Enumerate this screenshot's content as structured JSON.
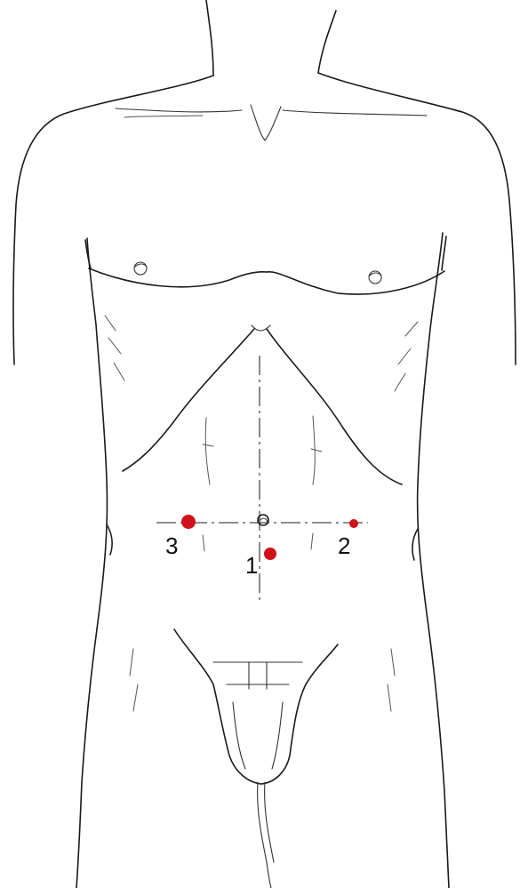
{
  "ports": [
    {
      "label": "1",
      "color": "#d0101a"
    },
    {
      "label": "2",
      "color": "#d0101a"
    },
    {
      "label": "3",
      "color": "#d0101a"
    }
  ],
  "colors": {
    "line": "#1a1a1a",
    "background": "#ffffff",
    "port": "#d0101a"
  }
}
